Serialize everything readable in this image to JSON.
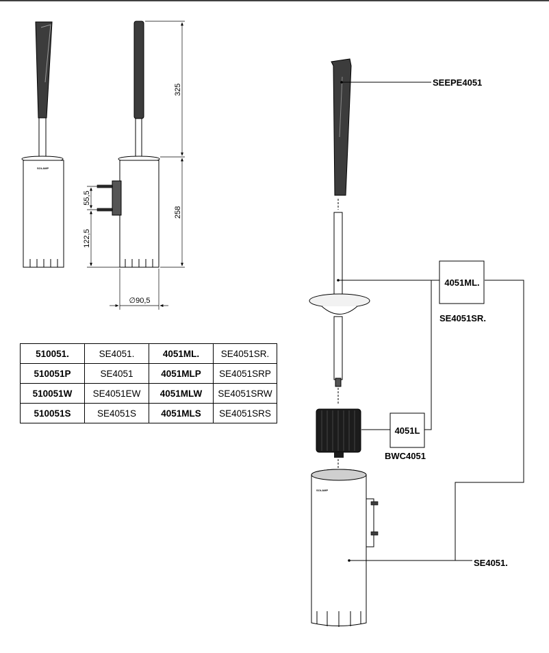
{
  "colors": {
    "dark": "#3c3c3c",
    "line": "#000000",
    "light": "#ffffff"
  },
  "parts": {
    "handle": "SEEPE4051",
    "wall_holder_code": "4051ML.",
    "wall_holder_name": "SE4051SR.",
    "brush_head_code": "4051L",
    "brush_head_name": "BWC4051",
    "container": "SE4051."
  },
  "dimensions": {
    "handle_height": "325",
    "body_height": "258",
    "bracket_spacing": "55,5",
    "bracket_height": "122,5",
    "diameter": "∅90,5"
  },
  "table": {
    "rows": [
      [
        "510051.",
        "SE4051.",
        "4051ML.",
        "SE4051SR."
      ],
      [
        "510051P",
        "SE4051",
        "4051MLP",
        "SE4051SRP"
      ],
      [
        "510051W",
        "SE4051EW",
        "4051MLW",
        "SE4051SRW"
      ],
      [
        "510051S",
        "SE4051S",
        "4051MLS",
        "SE4051SRS"
      ]
    ]
  }
}
